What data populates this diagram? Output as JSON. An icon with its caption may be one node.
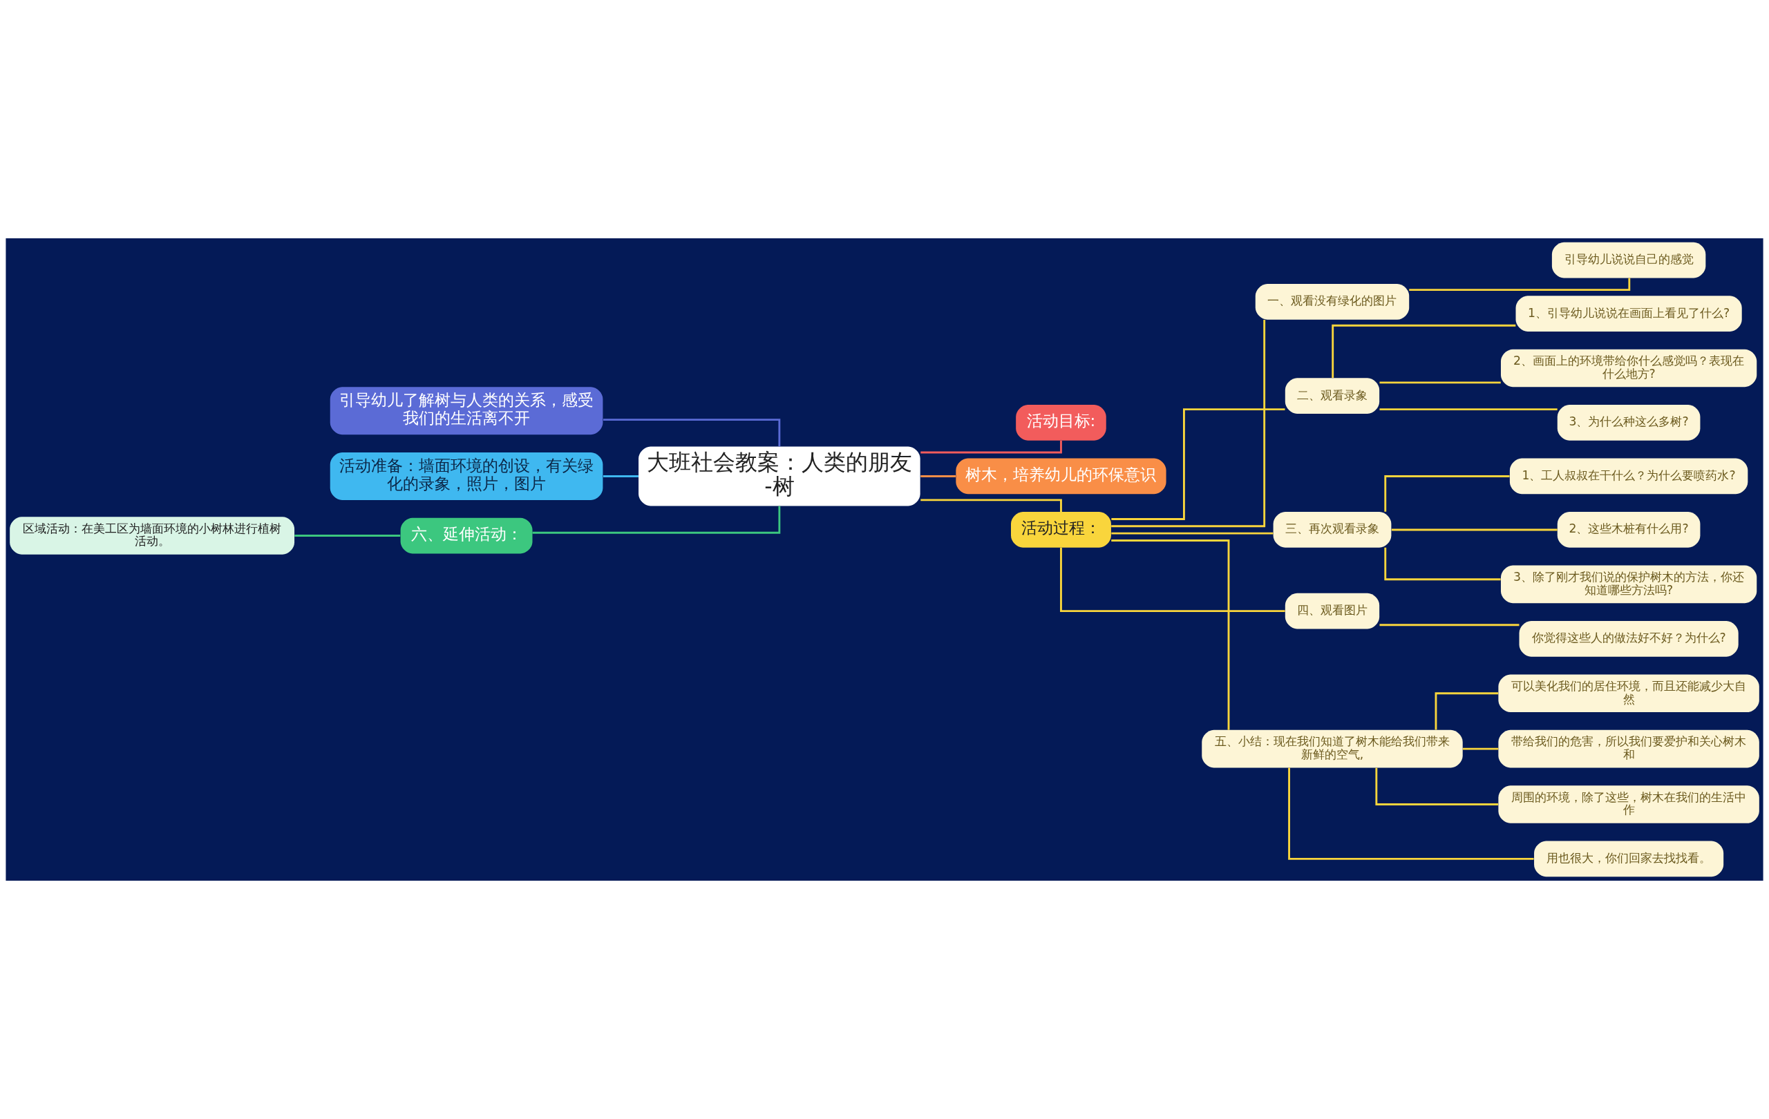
{
  "diagram": {
    "nodes": [
      {
        "text": [
          "大班社会教案：人类的朋友-树"
        ]
      },
      {
        "text": [
          "引导幼儿了解树与人类的关系，感受我们的生活离不开"
        ]
      },
      {
        "text": [
          "活动准备：墙面环境的创设，有关绿化的录象，照片，图片"
        ]
      },
      {
        "text": [
          "六、延伸活动："
        ]
      },
      {
        "text": [
          "区域活动：在美工区为墙面环境的小树林进行植树活动。"
        ]
      },
      {
        "text": [
          "活动目标:"
        ]
      },
      {
        "text": [
          "树木，培养幼儿的环保意识"
        ]
      },
      {
        "text": [
          "活动过程："
        ]
      },
      {
        "text": [
          "一、观看没有绿化的图片"
        ]
      },
      {
        "text": [
          "引导幼儿说说自己的感觉"
        ]
      },
      {
        "text": [
          "二、观看录象"
        ]
      },
      {
        "text": [
          "1、引导幼儿说说在画面上看见了什么?"
        ]
      },
      {
        "text": [
          "2、画面上的环境带给你什么感觉吗？表现在什么地方?"
        ]
      },
      {
        "text": [
          "3、为什么种这么多树?"
        ]
      },
      {
        "text": [
          "三、再次观看录象"
        ]
      },
      {
        "text": [
          "1、工人叔叔在干什么？为什么要喷药水?"
        ]
      },
      {
        "text": [
          "2、这些木桩有什么用?"
        ]
      },
      {
        "text": [
          "3、除了刚才我们说的保护树木的方法，你还知道哪些方法吗?"
        ]
      },
      {
        "text": [
          "四、观看图片"
        ]
      },
      {
        "text": [
          "你觉得这些人的做法好不好？为什么?"
        ]
      },
      {
        "text": [
          "五、小结：现在我们知道了树木能给我们带来新鲜的空气,"
        ]
      },
      {
        "text": [
          "可以美化我们的居住环境，而且还能减少大自然"
        ]
      },
      {
        "text": [
          "带给我们的危害，所以我们要爱护和关心树木和"
        ]
      },
      {
        "text": [
          "周围的环境，除了这些，树木在我们的生活中作"
        ]
      },
      {
        "text": [
          "用也很大，你们回家去找找看。"
        ]
      }
    ],
    "edges": [
      {
        "from": 1,
        "to": 0,
        "arrow": "none",
        "color": "#5b6bd6"
      },
      {
        "from": 2,
        "to": 0,
        "arrow": "none",
        "color": "#3fb8f0"
      },
      {
        "from": 3,
        "to": 0,
        "arrow": "none",
        "color": "#3cc77f"
      },
      {
        "from": 4,
        "to": 3,
        "arrow": "none",
        "color": "#3cc77f"
      },
      {
        "from": 0,
        "to": 5,
        "arrow": "none",
        "color": "#f25c5c"
      },
      {
        "from": 0,
        "to": 6,
        "arrow": "none",
        "color": "#f98e47"
      },
      {
        "from": 0,
        "to": 7,
        "arrow": "none"
      },
      {
        "from": 7,
        "to": 8,
        "arrow": "none"
      },
      {
        "from": 8,
        "to": 9,
        "arrow": "none"
      },
      {
        "from": 7,
        "to": 10,
        "arrow": "none"
      },
      {
        "from": 10,
        "to": 11,
        "arrow": "none"
      },
      {
        "from": 10,
        "to": 12,
        "arrow": "none"
      },
      {
        "from": 10,
        "to": 13,
        "arrow": "none"
      },
      {
        "from": 7,
        "to": 14,
        "arrow": "none"
      },
      {
        "from": 14,
        "to": 15,
        "arrow": "none"
      },
      {
        "from": 14,
        "to": 16,
        "arrow": "none"
      },
      {
        "from": 14,
        "to": 17,
        "arrow": "none"
      },
      {
        "from": 7,
        "to": 18,
        "arrow": "none"
      },
      {
        "from": 18,
        "to": 19,
        "arrow": "none"
      },
      {
        "from": 7,
        "to": 20,
        "arrow": "none"
      },
      {
        "from": 20,
        "to": 21,
        "arrow": "none"
      },
      {
        "from": 20,
        "to": 22,
        "arrow": "none"
      },
      {
        "from": 20,
        "to": 23,
        "arrow": "none"
      },
      {
        "from": 20,
        "to": 24,
        "arrow": "none"
      }
    ]
  }
}
